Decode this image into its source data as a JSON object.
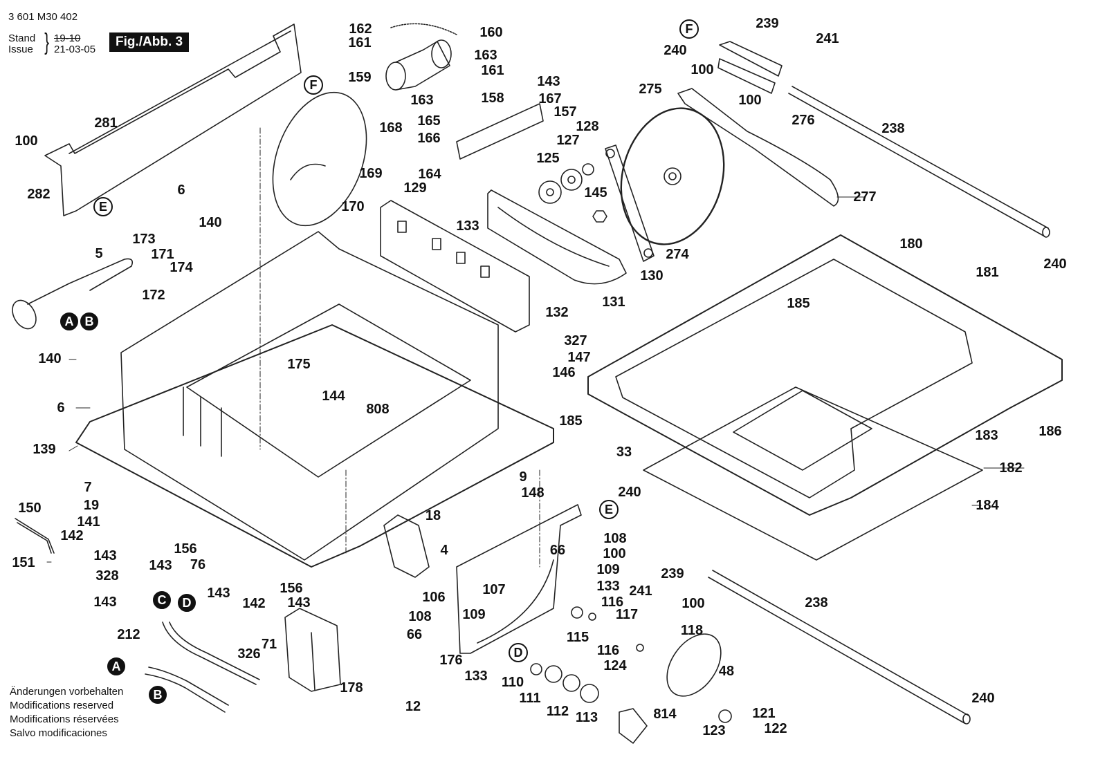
{
  "header": {
    "part_number": "3 601 M30 402",
    "stand_label": "Stand",
    "issue_label": "Issue",
    "stand_value_struck": "19-10",
    "issue_value": "21-03-05",
    "figure_label": "Fig./Abb. 3"
  },
  "footer": {
    "lines": [
      "Änderungen vorbehalten",
      "Modifications reserved",
      "Modifications réservées",
      "Salvo modificaciones"
    ]
  },
  "reference_markers": [
    "A",
    "B",
    "C",
    "D",
    "E",
    "F"
  ],
  "part_labels": [
    "281",
    "100",
    "282",
    "E",
    "F",
    "6",
    "140",
    "5",
    "173",
    "171",
    "174",
    "172",
    "A",
    "B",
    "162",
    "161",
    "159",
    "160",
    "163",
    "161",
    "163",
    "158",
    "165",
    "166",
    "164",
    "168",
    "169",
    "170",
    "143",
    "167",
    "157",
    "129",
    "133",
    "125",
    "127",
    "128",
    "145",
    "130",
    "132",
    "131",
    "275",
    "274",
    "F",
    "239",
    "240",
    "241",
    "100",
    "100",
    "276",
    "238",
    "277",
    "240",
    "180",
    "181",
    "185",
    "186",
    "183",
    "182",
    "184",
    "33",
    "185",
    "140",
    "6",
    "139",
    "175",
    "144",
    "808",
    "327",
    "147",
    "146",
    "7",
    "19",
    "141",
    "142",
    "150",
    "151",
    "143",
    "328",
    "143",
    "156",
    "143",
    "76",
    "143",
    "142",
    "156",
    "143",
    "212",
    "C",
    "D",
    "A",
    "B",
    "326",
    "71",
    "178",
    "9",
    "148",
    "18",
    "4",
    "12",
    "106",
    "107",
    "108",
    "66",
    "176",
    "109",
    "133",
    "66",
    "108",
    "100",
    "109",
    "133",
    "240",
    "E",
    "239",
    "241",
    "100",
    "238",
    "116",
    "115",
    "117",
    "116",
    "124",
    "118",
    "48",
    "D",
    "110",
    "111",
    "112",
    "113",
    "814",
    "121",
    "123",
    "122",
    "240"
  ]
}
